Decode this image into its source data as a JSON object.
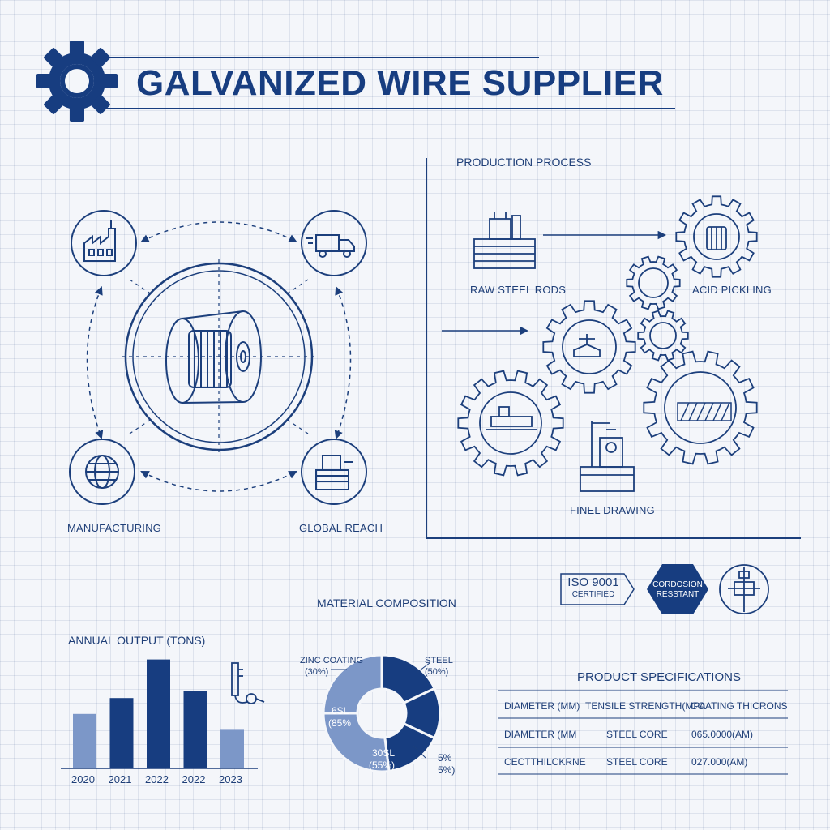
{
  "header": {
    "title": "GALVANIZED WIRE SUPPLIER",
    "logo_icon": "gear-icon"
  },
  "hub": {
    "labels": {
      "manufacturing": "MANUFACTURING",
      "global_reach": "GLOBAL REACH"
    },
    "icons": [
      "factory-icon",
      "delivery-truck-icon",
      "globe-icon",
      "warehouse-icon",
      "wire-spool-icon"
    ]
  },
  "process": {
    "title": "PRODUCTION PROCESS",
    "steps": {
      "raw": "RAW STEEL RODS",
      "pickling": "ACID PICKLING",
      "drawing": "FINEL DRAWING"
    }
  },
  "badges": {
    "iso_line1": "ISO 9001",
    "iso_line2": "CERTIFIED",
    "hex_line1": "CORDOSION",
    "hex_line2": "RESSTANT"
  },
  "material": {
    "title": "MATERIAL COMPOSITION",
    "labels": {
      "zinc_line1": "ZINC COATING",
      "zinc_line2": "(30%)",
      "steel_line1": "STEEL",
      "steel_line2": "(50%)",
      "left_line1": "6SL",
      "left_line2": "(85%",
      "bottom_line1": "30SL",
      "bottom_line2": "(55%)",
      "right_line1": "5%",
      "right_line2": "5%)"
    }
  },
  "annual": {
    "title": "ANNUAL OUTPUT (TONS)"
  },
  "specs": {
    "title": "PRODUCT SPECIFICATIONS",
    "header": [
      "DIAMETER (MM)",
      "TENSILE STRENGTH(MPA",
      "COATING THICRONS"
    ],
    "rows": [
      [
        "DIAMETER (MM",
        "STEEL CORE",
        "065.0000(AM)"
      ],
      [
        "CECTTHILCKRNE",
        "STEEL CORE",
        "027.000(AM)"
      ]
    ]
  },
  "chart_data": [
    {
      "type": "bar",
      "title": "ANNUAL OUTPUT (TONS)",
      "categories": [
        "2020",
        "2021",
        "2022",
        "2022",
        "2023"
      ],
      "values": [
        48,
        62,
        96,
        68,
        34
      ],
      "ylim": [
        0,
        100
      ],
      "colors": [
        "#7c97c8",
        "#173d80",
        "#173d80",
        "#173d80",
        "#7c97c8"
      ],
      "grid": false
    },
    {
      "type": "pie",
      "title": "MATERIAL COMPOSITION",
      "values": [
        18,
        14,
        16,
        27,
        25
      ],
      "colors": [
        "#173d80",
        "#173d80",
        "#173d80",
        "#7c97c8",
        "#7c97c8"
      ],
      "donut": true
    }
  ]
}
